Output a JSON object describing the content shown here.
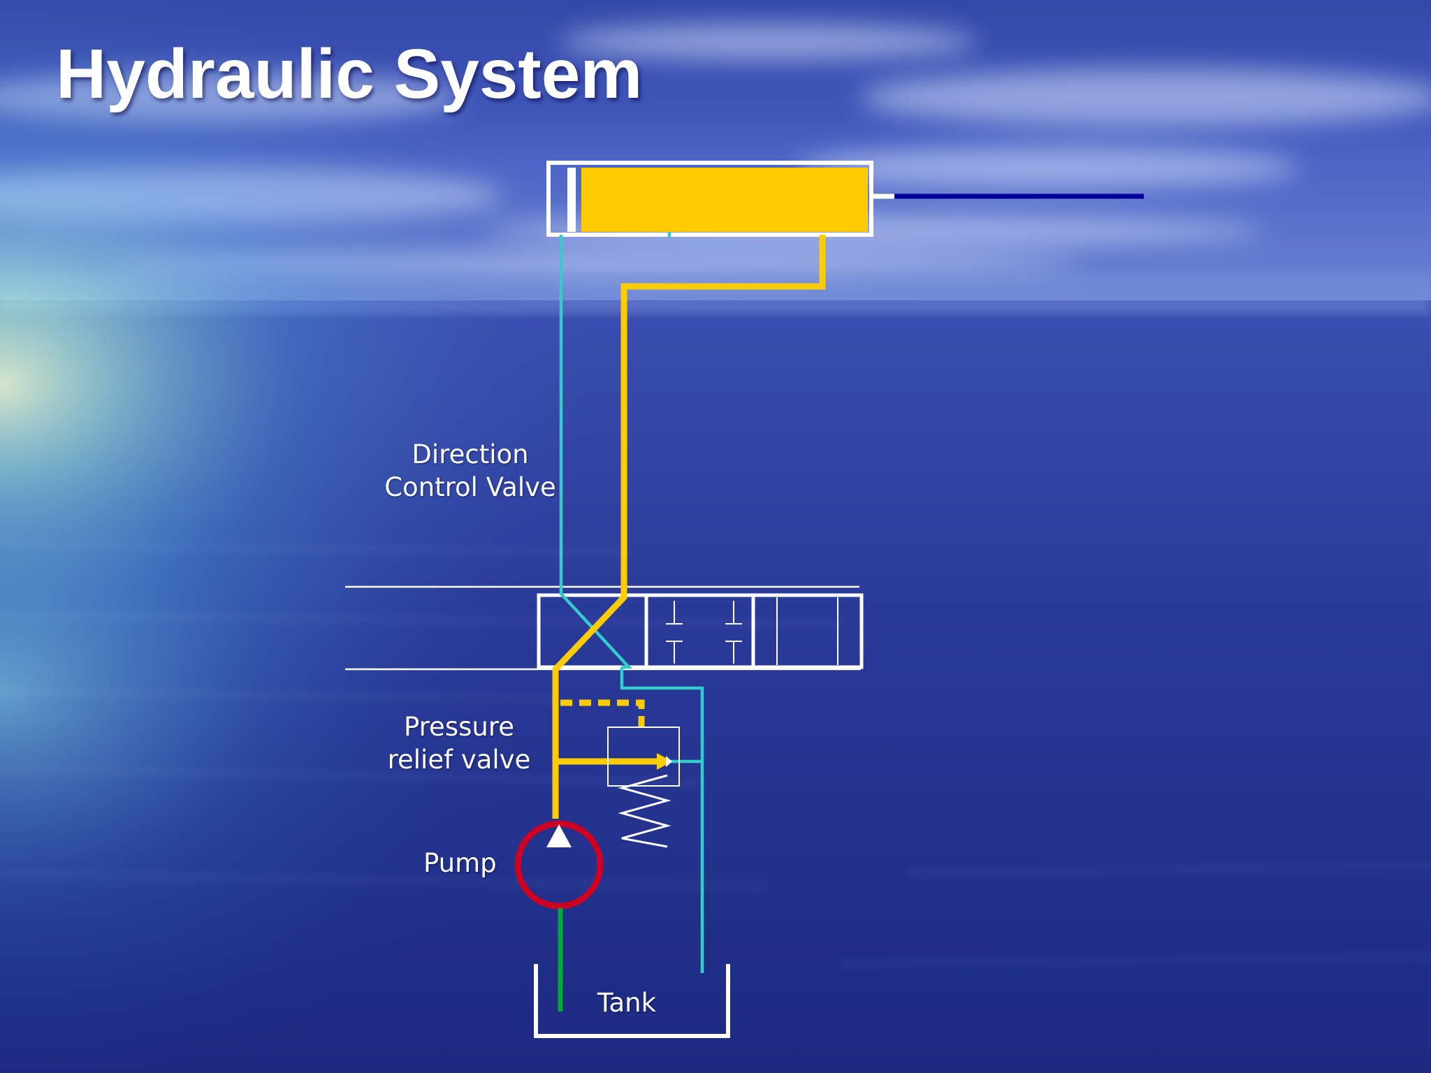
{
  "slide": {
    "title": "Hydraulic System"
  },
  "labels": {
    "direction_control_valve": [
      "Direction",
      "Control Valve"
    ],
    "pressure_relief_valve": [
      "Pressure",
      "relief valve"
    ],
    "pump": "Pump",
    "tank": "Tank"
  },
  "colors": {
    "pressure_line": "#ffcc00",
    "return_line": "#33cccc",
    "suction_line": "#00aa33",
    "pump_outline": "#cc0022",
    "piston_rod": "#000099",
    "outline": "#ffffff"
  }
}
